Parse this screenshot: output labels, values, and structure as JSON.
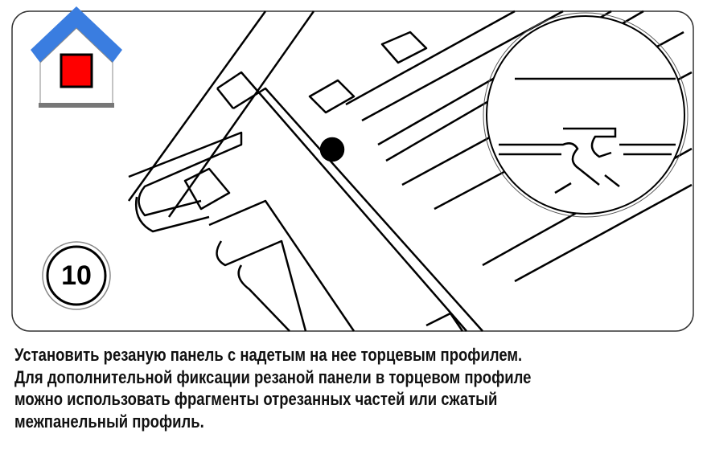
{
  "step_number": "10",
  "caption_lines": [
    "Установить резаную панель с надетым на нее торцевым профилем.",
    "Для дополнительной фиксации резаной панели в торцевом профиле",
    "можно использовать фрагменты отрезанных частей или сжатый",
    "межпанельный профиль."
  ],
  "colors": {
    "roof": "#3a7de0",
    "door": "#ff0000",
    "wall": "#ffffff",
    "line": "#000000"
  },
  "icons": [
    "home-icon",
    "magnifier-detail",
    "step-badge"
  ]
}
